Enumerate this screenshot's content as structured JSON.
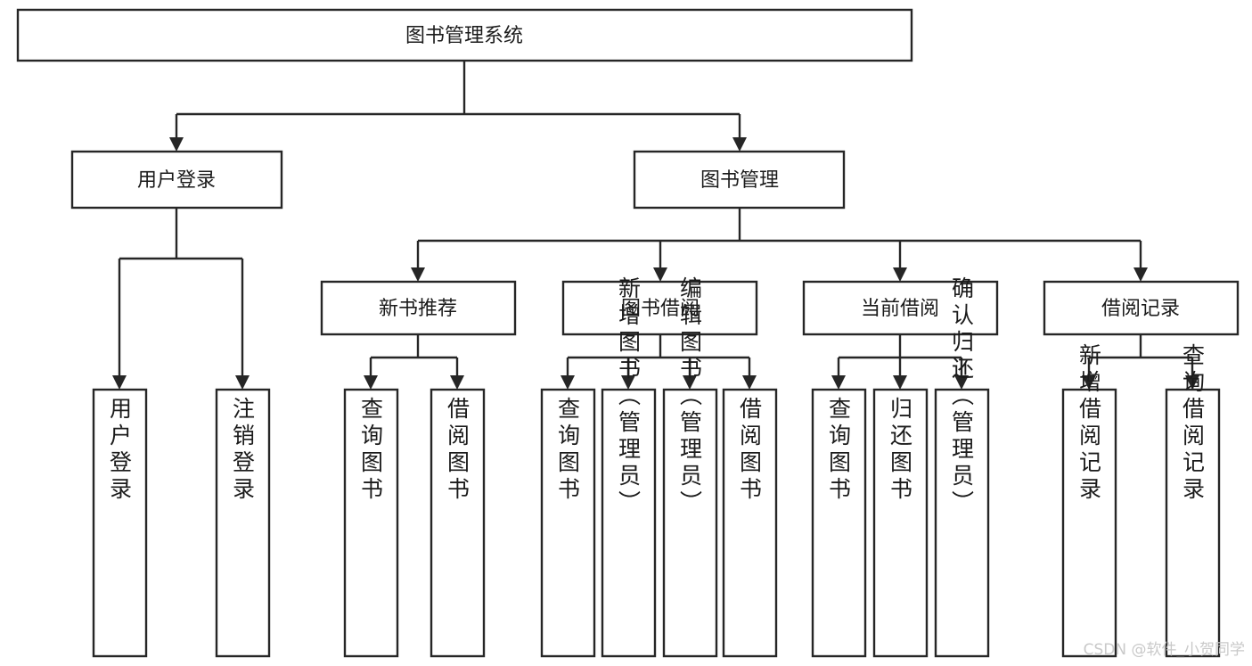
{
  "diagram": {
    "type": "tree-flowchart",
    "title": "图书管理系统",
    "watermark": "CSDN @软件_小贺同学",
    "colors": {
      "box_fill": "#ffffff",
      "box_stroke": "#262626",
      "text": "#1b1b1b",
      "watermark": "#c9c9c9",
      "background": "#ffffff"
    },
    "root": {
      "label": "图书管理系统"
    },
    "level1": [
      {
        "label": "用户登录"
      },
      {
        "label": "图书管理"
      }
    ],
    "level2": [
      {
        "label": "新书推荐"
      },
      {
        "label": "图书借阅"
      },
      {
        "label": "当前借阅"
      },
      {
        "label": "借阅记录"
      }
    ],
    "leaves": {
      "user_login": [
        "用户登录",
        "注销登录"
      ],
      "new_book_recommend": [
        "查询图书",
        "借阅图书"
      ],
      "book_borrow": [
        "查询图书",
        "新增图书（管理员）",
        "编辑图书（管理员）",
        "借阅图书"
      ],
      "current_borrow": [
        "查询图书",
        "归还图书",
        "确认归还（管理员）"
      ],
      "borrow_record": [
        "新增借阅记录",
        "查询借阅记录"
      ]
    }
  }
}
